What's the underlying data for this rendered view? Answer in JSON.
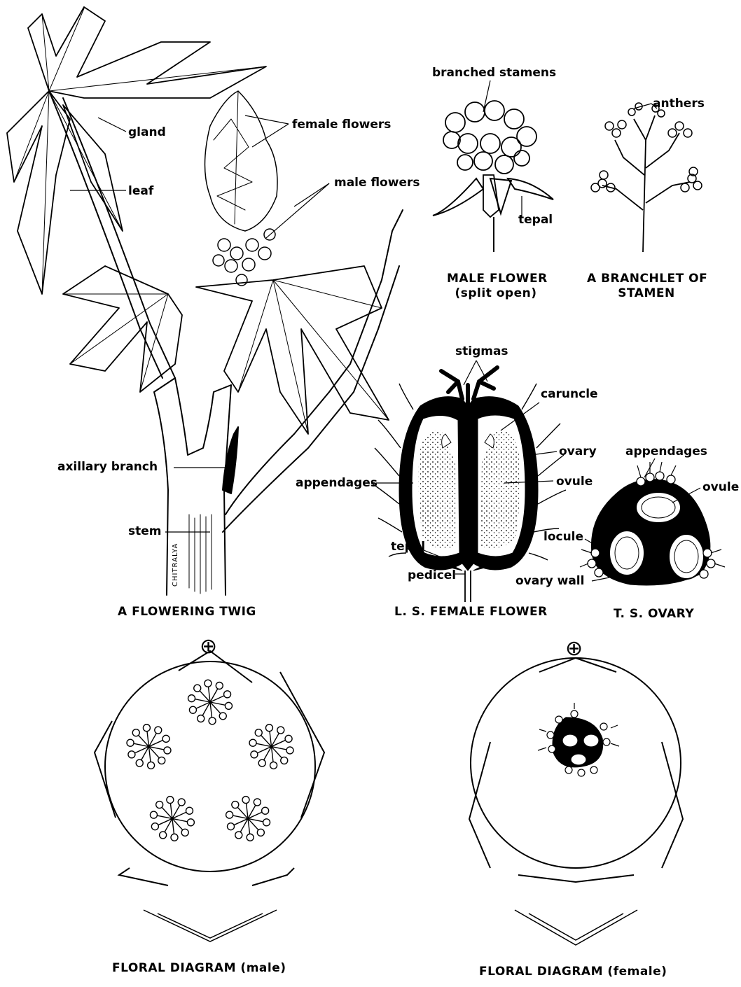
{
  "labels": {
    "gland": "gland",
    "leaf": "leaf",
    "female_flowers": "female flowers",
    "male_flowers": "male flowers",
    "axillary_branch": "axillary  branch",
    "stem": "stem",
    "branched_stamens": "branched  stamens",
    "tepal_male": "tepal",
    "anthers": "anthers",
    "stigmas": "stigmas",
    "caruncle": "caruncle",
    "ovary_ls": "ovary",
    "ovule_ls": "ovule",
    "appendages_ls": "appendages",
    "tepal_female": "tepal",
    "pedicel": "pedicel",
    "appendages_ts": "appendages",
    "ovule_ts": "ovule",
    "locule": "locule",
    "ovary_wall": "ovary wall",
    "signature": "CHITRALYA"
  },
  "captions": {
    "flowering_twig": "A FLOWERING TWIG",
    "male_flower_line1": "MALE FLOWER",
    "male_flower_line2": "(split open)",
    "branchlet_line1": "A BRANCHLET OF",
    "branchlet_line2": "STAMEN",
    "ls_female": "L. S. FEMALE FLOWER",
    "ts_ovary": "T.  S.  OVARY",
    "floral_male": "FLORAL  DIAGRAM (male)",
    "floral_female": "FLORAL  DIAGRAM  (female)"
  },
  "symbols": {
    "actinomorphic_male": "⊕",
    "actinomorphic_female": "⊕"
  },
  "counts": {
    "male_stamen_bundles": 5,
    "ovary_locules": 3
  }
}
